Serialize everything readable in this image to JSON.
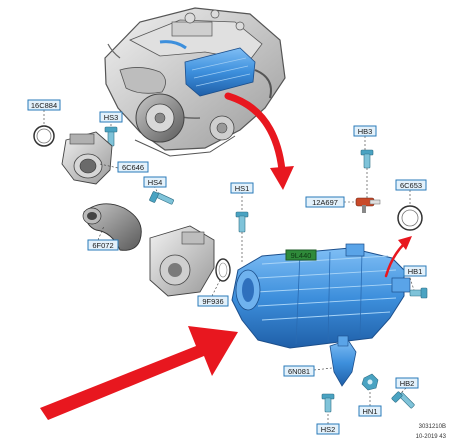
{
  "labels": {
    "c16C884": "16C884",
    "hs3": "HS3",
    "c6C646": "6C646",
    "hs4": "HS4",
    "hs1": "HS1",
    "c12A697": "12A697",
    "hb3": "HB3",
    "c6C653": "6C653",
    "c6F072": "6F072",
    "c9F936": "9F936",
    "c9L440": "9L440",
    "hb1": "HB1",
    "c6N081": "6N081",
    "hb2": "HB2",
    "hn1": "HN1",
    "hs2": "HS2"
  },
  "footer": {
    "code": "3031210B",
    "date": "10-2019 43"
  },
  "colors": {
    "tag_blue_fill": "#e3f1fb",
    "tag_blue_stroke": "#2a7ab8",
    "tag_green_fill": "#2f8a3a",
    "part_blue": "#3d8fdc",
    "arrow_red": "#e8171f"
  }
}
